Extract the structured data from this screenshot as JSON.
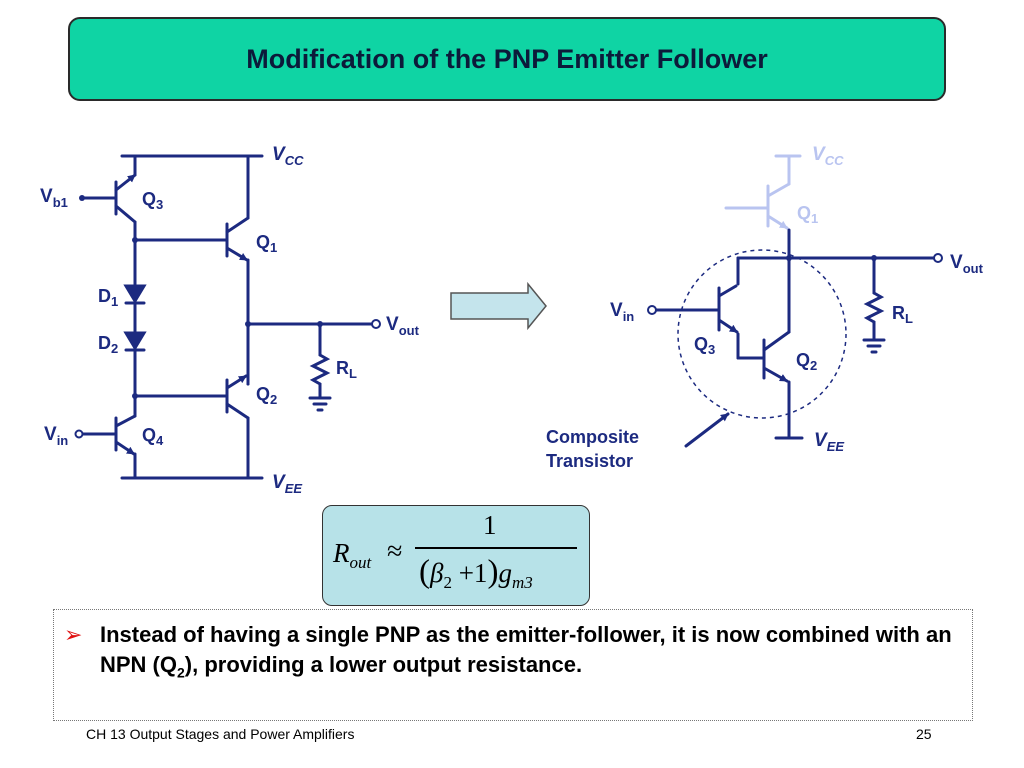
{
  "slide": {
    "title": "Modification of the PNP Emitter Follower",
    "footer_left": "CH 13 Output Stages and Power Amplifiers",
    "footer_right": "25"
  },
  "left_circuit": {
    "vcc": "V",
    "vcc_sub": "CC",
    "vee": "V",
    "vee_sub": "EE",
    "vb1": "V",
    "vb1_sub": "b1",
    "vin": "V",
    "vin_sub": "in",
    "vout": "V",
    "vout_sub": "out",
    "q1": "Q",
    "q1_sub": "1",
    "q2": "Q",
    "q2_sub": "2",
    "q3": "Q",
    "q3_sub": "3",
    "q4": "Q",
    "q4_sub": "4",
    "d1": "D",
    "d1_sub": "1",
    "d2": "D",
    "d2_sub": "2",
    "rl": "R",
    "rl_sub": "L"
  },
  "right_circuit": {
    "vcc": "V",
    "vcc_sub": "CC",
    "vee": "V",
    "vee_sub": "EE",
    "vin": "V",
    "vin_sub": "in",
    "vout": "V",
    "vout_sub": "out",
    "q1": "Q",
    "q1_sub": "1",
    "q2": "Q",
    "q2_sub": "2",
    "q3": "Q",
    "q3_sub": "3",
    "rl": "R",
    "rl_sub": "L",
    "composite_line1": "Composite",
    "composite_line2": "Transistor"
  },
  "formula": {
    "lhs": "R",
    "lhs_sub": "out",
    "approx": "≈",
    "numerator": "1",
    "den_open": "(",
    "den_beta": "β",
    "den_beta_sub": "2",
    "den_plus": " +1",
    "den_close": ")",
    "den_g": "g",
    "den_g_sub": "m3"
  },
  "bullet": {
    "marker": "➢",
    "text_before": "Instead of having a single PNP as the emitter-follower, it is now combined with an NPN (Q",
    "text_sub": "2",
    "text_after": "), providing a lower output resistance."
  },
  "colors": {
    "title_bg": "#0fd4a4",
    "wire": "#1c2a80",
    "faded": "#b9c4f0",
    "formula_bg": "#b7e2e8",
    "arrow_fill": "#c4e4ec",
    "bullet_marker": "#e01010"
  }
}
